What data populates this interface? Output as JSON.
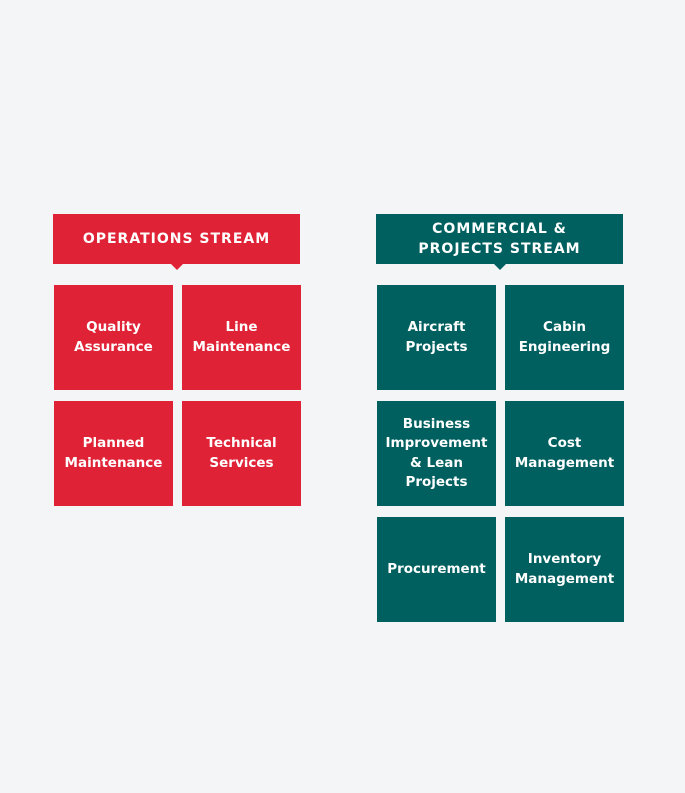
{
  "colors": {
    "operations": "#e02236",
    "commercial": "#005f5f"
  },
  "operations": {
    "title": "OPERATIONS STREAM",
    "items": [
      "Quality Assurance",
      "Line Maintenance",
      "Planned Maintenance",
      "Technical Services"
    ]
  },
  "commercial": {
    "title": "COMMERCIAL & PROJECTS STREAM",
    "items": [
      "Aircraft Projects",
      "Cabin Engineering",
      "Business Improvement & Lean Projects",
      "Cost Management",
      "Procurement",
      "Inventory Management"
    ]
  }
}
